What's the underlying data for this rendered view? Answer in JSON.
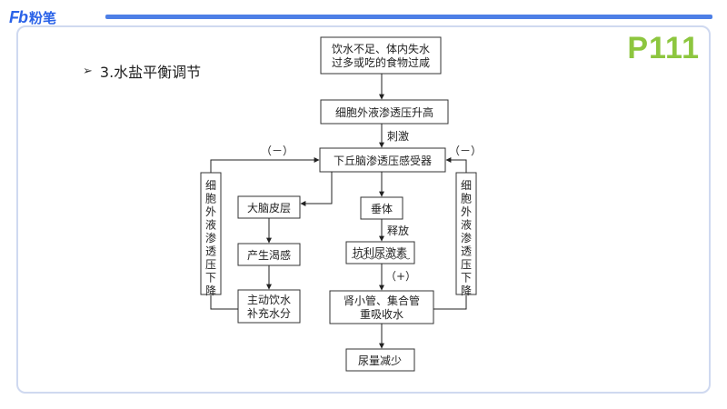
{
  "brand": {
    "mark": "Fb",
    "name": "粉笔"
  },
  "page_number": "P111",
  "heading": {
    "bullet": "➢",
    "text": "3.水盐平衡调节"
  },
  "diagram": {
    "start": [
      "饮水不足、体内失水",
      "过多或吃的食物过咸"
    ],
    "osmotic_up": "细胞外液渗透压升高",
    "stimulate": "刺激",
    "hypothalamus": "下丘脑渗透压感受器",
    "cortex": "大脑皮层",
    "thirst": "产生渴感",
    "drink": [
      "主动饮水",
      "补充水分"
    ],
    "pituitary": "垂体",
    "release": "释放",
    "adh": "抗利尿激素",
    "plus": "（+）",
    "kidney": [
      "肾小管、集合管",
      "重吸收水"
    ],
    "urine": "尿量减少",
    "minus_left": "（－）",
    "minus_right": "（－）",
    "osmotic_down": "细胞外液渗透压下降"
  }
}
